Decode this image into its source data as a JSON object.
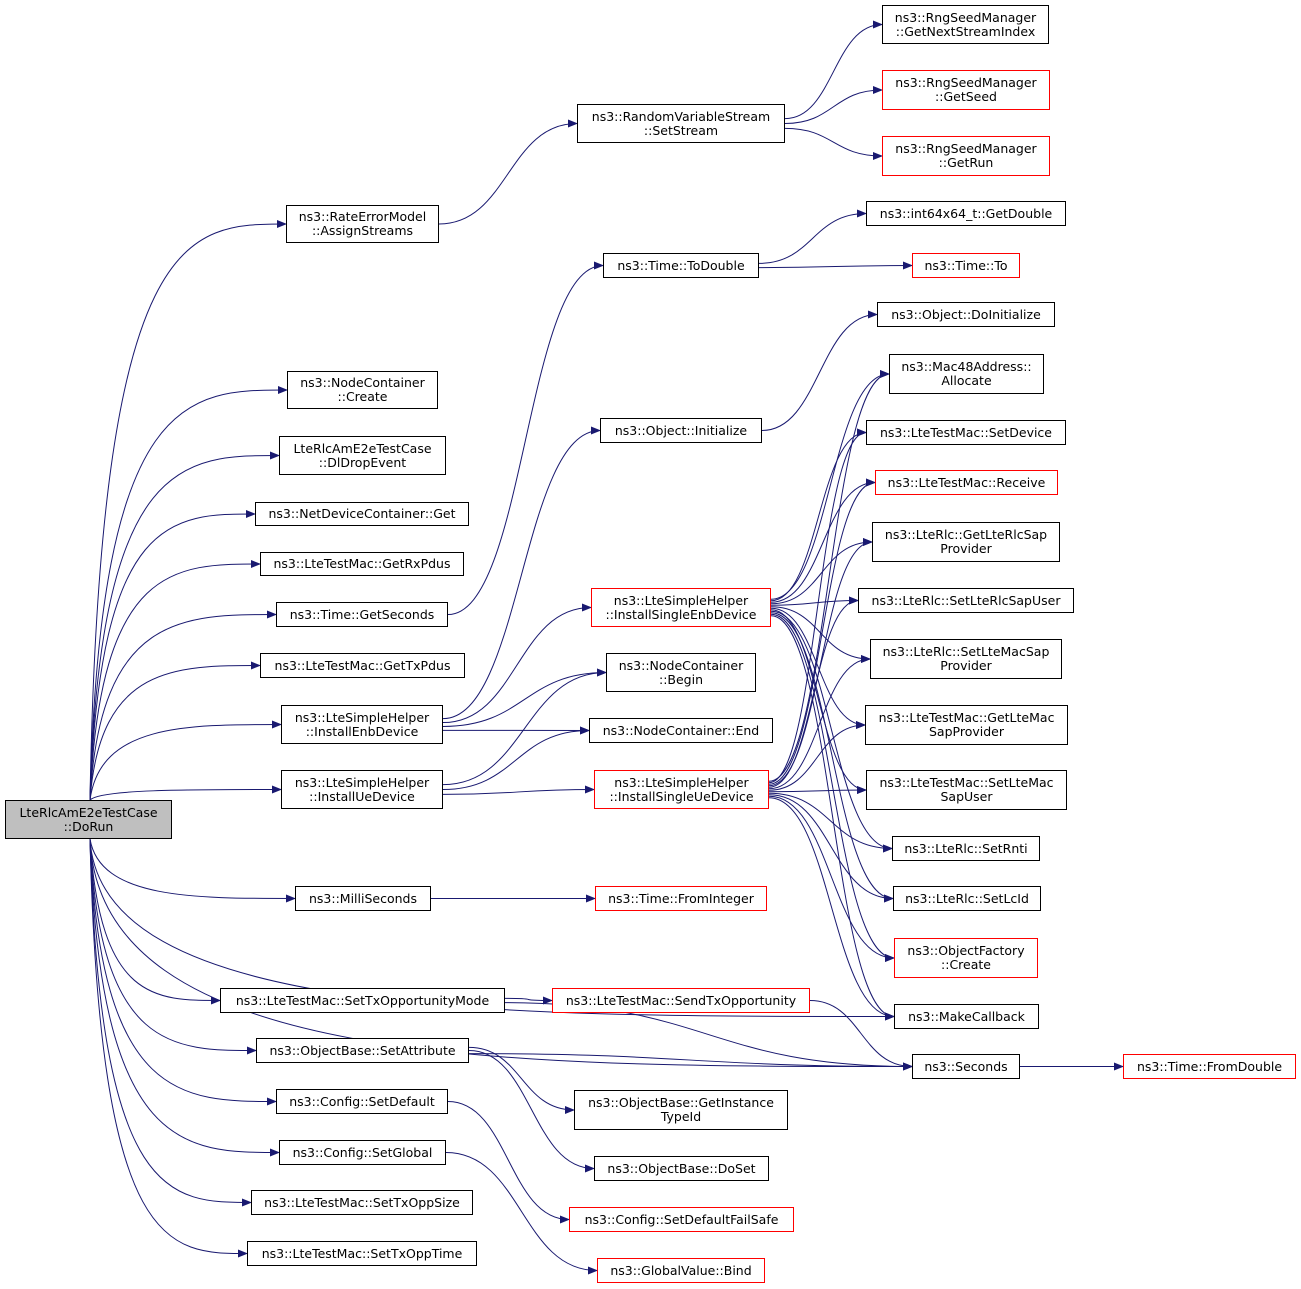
{
  "colors": {
    "edge": "#191970",
    "normal_border": "#000000",
    "truncated_border": "#ff0000",
    "root_fill": "#bfbfbf"
  },
  "nodes": {
    "doRun": {
      "label": "LteRlcAmE2eTestCase\n::DoRun",
      "style": "root"
    },
    "assignStreams": {
      "label": "ns3::RateErrorModel\n::AssignStreams",
      "style": "normal"
    },
    "ncCreate": {
      "label": "ns3::NodeContainer\n::Create",
      "style": "normal"
    },
    "dlDrop": {
      "label": "LteRlcAmE2eTestCase\n::DlDropEvent",
      "style": "normal"
    },
    "ndcGet": {
      "label": "ns3::NetDeviceContainer::Get",
      "style": "normal"
    },
    "getRxPdus": {
      "label": "ns3::LteTestMac::GetRxPdus",
      "style": "normal"
    },
    "getSeconds": {
      "label": "ns3::Time::GetSeconds",
      "style": "normal"
    },
    "getTxPdus": {
      "label": "ns3::LteTestMac::GetTxPdus",
      "style": "normal"
    },
    "installEnb": {
      "label": "ns3::LteSimpleHelper\n::InstallEnbDevice",
      "style": "normal"
    },
    "installUe": {
      "label": "ns3::LteSimpleHelper\n::InstallUeDevice",
      "style": "normal"
    },
    "milliSeconds": {
      "label": "ns3::MilliSeconds",
      "style": "normal"
    },
    "setTxOppMode": {
      "label": "ns3::LteTestMac::SetTxOpportunityMode",
      "style": "normal"
    },
    "setAttribute": {
      "label": "ns3::ObjectBase::SetAttribute",
      "style": "normal"
    },
    "cfgSetDefault": {
      "label": "ns3::Config::SetDefault",
      "style": "normal"
    },
    "cfgSetGlobal": {
      "label": "ns3::Config::SetGlobal",
      "style": "normal"
    },
    "setTxOppSize": {
      "label": "ns3::LteTestMac::SetTxOppSize",
      "style": "normal"
    },
    "setTxOppTime": {
      "label": "ns3::LteTestMac::SetTxOppTime",
      "style": "normal"
    },
    "rvsSetStream": {
      "label": "ns3::RandomVariableStream\n::SetStream",
      "style": "normal"
    },
    "timeToDouble": {
      "label": "ns3::Time::ToDouble",
      "style": "normal"
    },
    "objInitialize": {
      "label": "ns3::Object::Initialize",
      "style": "normal"
    },
    "installSingleEnb": {
      "label": "ns3::LteSimpleHelper\n::InstallSingleEnbDevice",
      "style": "red"
    },
    "ncBegin": {
      "label": "ns3::NodeContainer\n::Begin",
      "style": "normal"
    },
    "ncEnd": {
      "label": "ns3::NodeContainer::End",
      "style": "normal"
    },
    "installSingleUe": {
      "label": "ns3::LteSimpleHelper\n::InstallSingleUeDevice",
      "style": "red"
    },
    "timeFromInteger": {
      "label": "ns3::Time::FromInteger",
      "style": "red"
    },
    "sendTxOpp": {
      "label": "ns3::LteTestMac::SendTxOpportunity",
      "style": "red"
    },
    "getInstanceTypeId": {
      "label": "ns3::ObjectBase::GetInstance\nTypeId",
      "style": "normal"
    },
    "doSet": {
      "label": "ns3::ObjectBase::DoSet",
      "style": "normal"
    },
    "setDefaultFailSafe": {
      "label": "ns3::Config::SetDefaultFailSafe",
      "style": "red"
    },
    "gvBind": {
      "label": "ns3::GlobalValue::Bind",
      "style": "red"
    },
    "getNextStreamIndex": {
      "label": "ns3::RngSeedManager\n::GetNextStreamIndex",
      "style": "normal"
    },
    "getSeed": {
      "label": "ns3::RngSeedManager\n::GetSeed",
      "style": "red"
    },
    "getRun": {
      "label": "ns3::RngSeedManager\n::GetRun",
      "style": "red"
    },
    "int64GetDouble": {
      "label": "ns3::int64x64_t::GetDouble",
      "style": "normal"
    },
    "timeTo": {
      "label": "ns3::Time::To",
      "style": "red"
    },
    "doInitialize": {
      "label": "ns3::Object::DoInitialize",
      "style": "normal"
    },
    "macAllocate": {
      "label": "ns3::Mac48Address::\nAllocate",
      "style": "normal"
    },
    "macSetDevice": {
      "label": "ns3::LteTestMac::SetDevice",
      "style": "normal"
    },
    "macReceive": {
      "label": "ns3::LteTestMac::Receive",
      "style": "red"
    },
    "getLteRlcSapProvider": {
      "label": "ns3::LteRlc::GetLteRlcSap\nProvider",
      "style": "normal"
    },
    "setLteRlcSapUser": {
      "label": "ns3::LteRlc::SetLteRlcSapUser",
      "style": "normal"
    },
    "setLteMacSapProvider": {
      "label": "ns3::LteRlc::SetLteMacSap\nProvider",
      "style": "normal"
    },
    "getLteMacSapProvider": {
      "label": "ns3::LteTestMac::GetLteMac\nSapProvider",
      "style": "normal"
    },
    "setLteMacSapUser": {
      "label": "ns3::LteTestMac::SetLteMac\nSapUser",
      "style": "normal"
    },
    "setRnti": {
      "label": "ns3::LteRlc::SetRnti",
      "style": "normal"
    },
    "setLcId": {
      "label": "ns3::LteRlc::SetLcId",
      "style": "normal"
    },
    "objFactoryCreate": {
      "label": "ns3::ObjectFactory\n::Create",
      "style": "red"
    },
    "makeCallback": {
      "label": "ns3::MakeCallback",
      "style": "normal"
    },
    "seconds": {
      "label": "ns3::Seconds",
      "style": "normal"
    },
    "timeFromDouble": {
      "label": "ns3::Time::FromDouble",
      "style": "red"
    }
  },
  "edges": [
    [
      "doRun",
      "assignStreams"
    ],
    [
      "doRun",
      "ncCreate"
    ],
    [
      "doRun",
      "dlDrop"
    ],
    [
      "doRun",
      "ndcGet"
    ],
    [
      "doRun",
      "getRxPdus"
    ],
    [
      "doRun",
      "getSeconds"
    ],
    [
      "doRun",
      "getTxPdus"
    ],
    [
      "doRun",
      "installEnb"
    ],
    [
      "doRun",
      "installUe"
    ],
    [
      "doRun",
      "milliSeconds"
    ],
    [
      "doRun",
      "setTxOppMode"
    ],
    [
      "doRun",
      "setAttribute"
    ],
    [
      "doRun",
      "cfgSetDefault"
    ],
    [
      "doRun",
      "cfgSetGlobal"
    ],
    [
      "doRun",
      "setTxOppSize"
    ],
    [
      "doRun",
      "setTxOppTime"
    ],
    [
      "doRun",
      "makeCallback"
    ],
    [
      "doRun",
      "seconds"
    ],
    [
      "assignStreams",
      "rvsSetStream"
    ],
    [
      "rvsSetStream",
      "getNextStreamIndex"
    ],
    [
      "rvsSetStream",
      "getSeed"
    ],
    [
      "rvsSetStream",
      "getRun"
    ],
    [
      "getSeconds",
      "timeToDouble"
    ],
    [
      "timeToDouble",
      "int64GetDouble"
    ],
    [
      "timeToDouble",
      "timeTo"
    ],
    [
      "installEnb",
      "objInitialize"
    ],
    [
      "installEnb",
      "installSingleEnb"
    ],
    [
      "installEnb",
      "ncBegin"
    ],
    [
      "installEnb",
      "ncEnd"
    ],
    [
      "installUe",
      "ncBegin"
    ],
    [
      "installUe",
      "ncEnd"
    ],
    [
      "installUe",
      "installSingleUe"
    ],
    [
      "objInitialize",
      "doInitialize"
    ],
    [
      "installSingleEnb",
      "macAllocate"
    ],
    [
      "installSingleEnb",
      "macSetDevice"
    ],
    [
      "installSingleEnb",
      "macReceive"
    ],
    [
      "installSingleEnb",
      "getLteRlcSapProvider"
    ],
    [
      "installSingleEnb",
      "setLteRlcSapUser"
    ],
    [
      "installSingleEnb",
      "setLteMacSapProvider"
    ],
    [
      "installSingleEnb",
      "getLteMacSapProvider"
    ],
    [
      "installSingleEnb",
      "setLteMacSapUser"
    ],
    [
      "installSingleEnb",
      "setRnti"
    ],
    [
      "installSingleEnb",
      "setLcId"
    ],
    [
      "installSingleEnb",
      "objFactoryCreate"
    ],
    [
      "installSingleEnb",
      "makeCallback"
    ],
    [
      "installSingleUe",
      "macAllocate"
    ],
    [
      "installSingleUe",
      "macSetDevice"
    ],
    [
      "installSingleUe",
      "macReceive"
    ],
    [
      "installSingleUe",
      "getLteRlcSapProvider"
    ],
    [
      "installSingleUe",
      "setLteRlcSapUser"
    ],
    [
      "installSingleUe",
      "setLteMacSapProvider"
    ],
    [
      "installSingleUe",
      "getLteMacSapProvider"
    ],
    [
      "installSingleUe",
      "setLteMacSapUser"
    ],
    [
      "installSingleUe",
      "setRnti"
    ],
    [
      "installSingleUe",
      "setLcId"
    ],
    [
      "installSingleUe",
      "objFactoryCreate"
    ],
    [
      "installSingleUe",
      "makeCallback"
    ],
    [
      "milliSeconds",
      "timeFromInteger"
    ],
    [
      "setTxOppMode",
      "sendTxOpp"
    ],
    [
      "setTxOppMode",
      "seconds"
    ],
    [
      "sendTxOpp",
      "seconds"
    ],
    [
      "setAttribute",
      "getInstanceTypeId"
    ],
    [
      "setAttribute",
      "doSet"
    ],
    [
      "setAttribute",
      "seconds"
    ],
    [
      "cfgSetDefault",
      "setDefaultFailSafe"
    ],
    [
      "cfgSetGlobal",
      "gvBind"
    ],
    [
      "seconds",
      "timeFromDouble"
    ]
  ]
}
